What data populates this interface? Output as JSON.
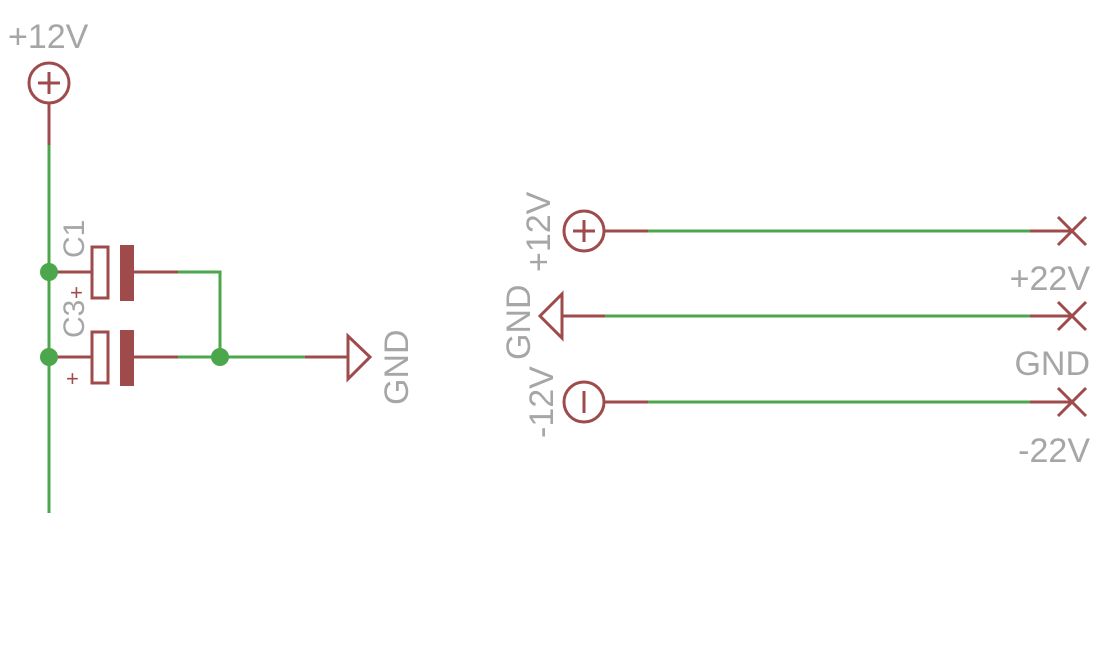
{
  "left": {
    "supply_label": "+12V",
    "capacitors": [
      {
        "name": "C1",
        "polarity": "+"
      },
      {
        "name": "C3",
        "polarity": "+"
      }
    ],
    "ground_label": "GND"
  },
  "right": {
    "ports": [
      {
        "label": "+12V",
        "symbol": "plus-circle-icon",
        "target": "+22V"
      },
      {
        "label": "GND",
        "symbol": "ground-icon",
        "target": "GND"
      },
      {
        "label": "-12V",
        "symbol": "minus-circle-icon",
        "target": "-22V"
      }
    ]
  },
  "colors": {
    "wire": "#4ca64c",
    "symbol": "#a04b4b",
    "text": "#a6a6a6"
  }
}
